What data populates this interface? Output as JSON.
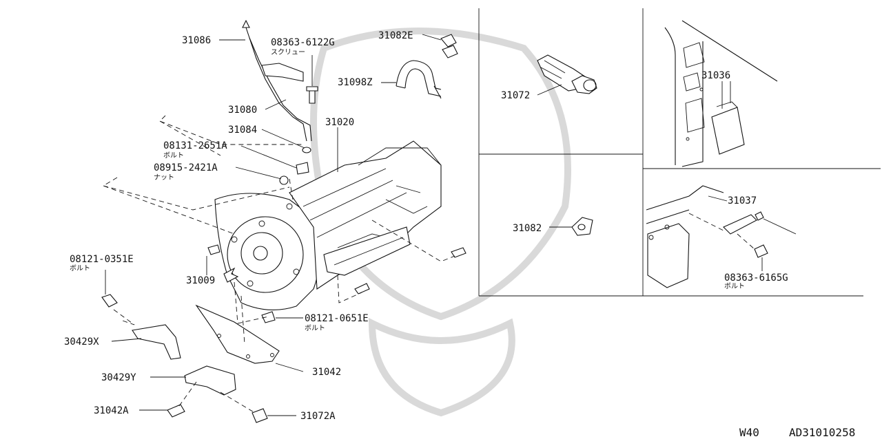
{
  "labels": {
    "p31086": "31086",
    "p08363_6122G": "08363-6122G",
    "p08363_6122G_sub": "スクリュー",
    "p31082E": "31082E",
    "p31098Z": "31098Z",
    "p31080": "31080",
    "p31084": "31084",
    "p31020": "31020",
    "p08131_2651A": "08131-2651A",
    "p08131_2651A_sub": "ボルト",
    "p08915_2421A": "08915-2421A",
    "p08915_2421A_sub": "ナット",
    "p08121_0351E": "08121-0351E",
    "p08121_0351E_sub": "ボルト",
    "p31009": "31009",
    "p08121_0651E": "08121-0651E",
    "p08121_0651E_sub": "ボルト",
    "p30429X": "30429X",
    "p31042": "31042",
    "p30429Y": "30429Y",
    "p31042A": "31042A",
    "p31072A": "31072A",
    "p31072": "31072",
    "p31082": "31082",
    "p31036": "31036",
    "p31037": "31037",
    "p08363_6165G": "08363-6165G",
    "p08363_6165G_sub": "ボルト"
  },
  "footer": {
    "model": "W40",
    "code": "AD31010258"
  }
}
